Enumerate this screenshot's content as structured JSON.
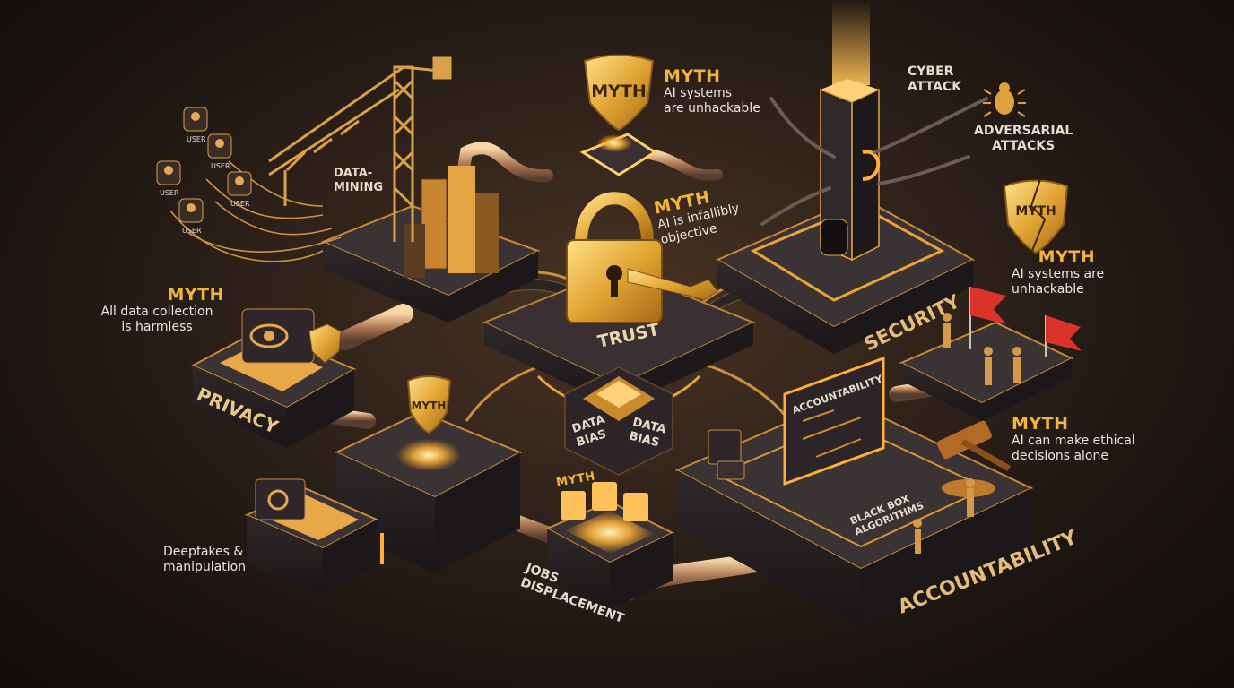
{
  "platforms": {
    "privacy": "PRIVACY",
    "trust": "TRUST",
    "security": "SECURITY",
    "accountability": "ACCOUNTABILITY"
  },
  "labels": {
    "data_mining": "DATA-\nMINING",
    "cyber_attack": "CYBER\nATTACK",
    "adversarial_attacks": "ADVERSARIAL\nATTACKS",
    "data_bias_1": "DATA\nBIAS",
    "data_bias_2": "DATA\nBIAS",
    "accountability_screen": "ACCOUNTABILITY",
    "black_box": "BLACK BOX\nALGORITHMS",
    "jobs_displacement": "JOBS\nDISPLACEMENT",
    "deepfakes": "Deepfakes &\nmanipulation",
    "user": "USER"
  },
  "shields": {
    "myth_word": "MYTH"
  },
  "myths": [
    {
      "heading": "MYTH",
      "text": "AI systems\nare unhackable"
    },
    {
      "heading": "MYTH",
      "text": "AI is infallibly\nobjective"
    },
    {
      "heading": "MYTH",
      "text": "All data collection\nis harmless"
    },
    {
      "heading": "MYTH",
      "text": "AI systems are\nunhackable"
    },
    {
      "heading": "MYTH",
      "text": "AI can make ethical\ndecisions alone"
    },
    {
      "heading": "MYTH",
      "text": ""
    }
  ],
  "colors": {
    "gold": "#f2b43a",
    "glow": "#ffcf6a",
    "platform": "#2a2426",
    "platform_top": "#3b3234",
    "flag_red": "#d8342a"
  }
}
